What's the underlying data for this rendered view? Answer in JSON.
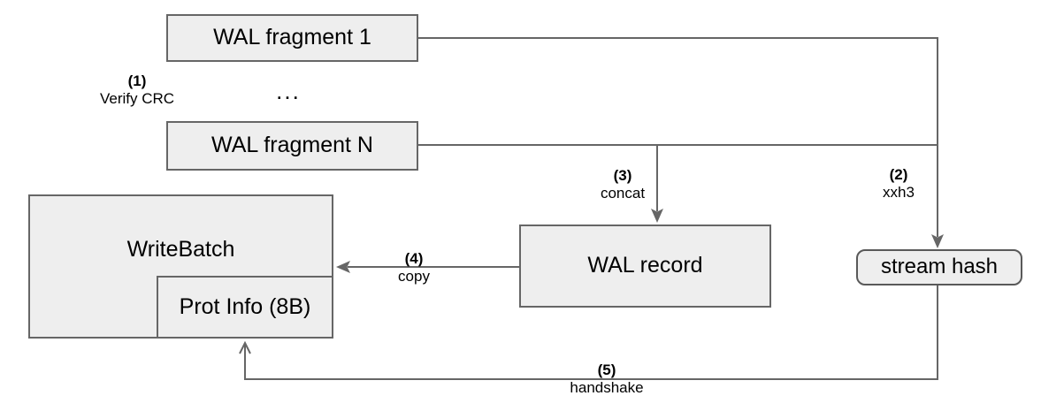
{
  "nodes": {
    "wal_fragment_1": "WAL fragment 1",
    "wal_fragment_n": "WAL fragment N",
    "write_batch": "WriteBatch",
    "prot_info": "Prot Info (8B)",
    "wal_record": "WAL record",
    "stream_hash": "stream hash"
  },
  "ellipsis": "...",
  "steps": {
    "step1": {
      "number": "(1)",
      "label": "Verify CRC"
    },
    "step2": {
      "number": "(2)",
      "label": "xxh3"
    },
    "step3": {
      "number": "(3)",
      "label": "concat"
    },
    "step4": {
      "number": "(4)",
      "label": "copy"
    },
    "step5": {
      "number": "(5)",
      "label": "handshake"
    }
  },
  "colors": {
    "background": "#ffffff",
    "node_fill": "#eeeeee",
    "node_border": "#666666",
    "line": "#666666",
    "text": "#000000"
  }
}
